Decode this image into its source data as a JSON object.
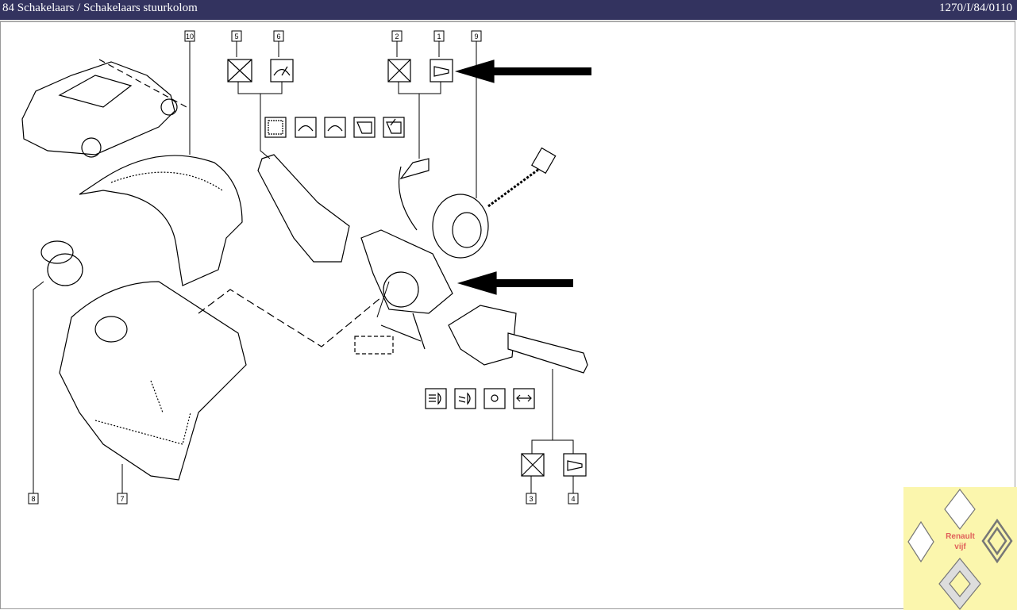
{
  "header": {
    "title": "84 Schakelaars / Schakelaars stuurkolom",
    "code": "1270/I/84/0110"
  },
  "diagram": {
    "labels": [
      "1",
      "2",
      "3",
      "4",
      "5",
      "6",
      "7",
      "8",
      "9",
      "10"
    ]
  },
  "logo": {
    "line1": "Renault",
    "line2": "vijf",
    "badge_text": "RENAULT"
  }
}
